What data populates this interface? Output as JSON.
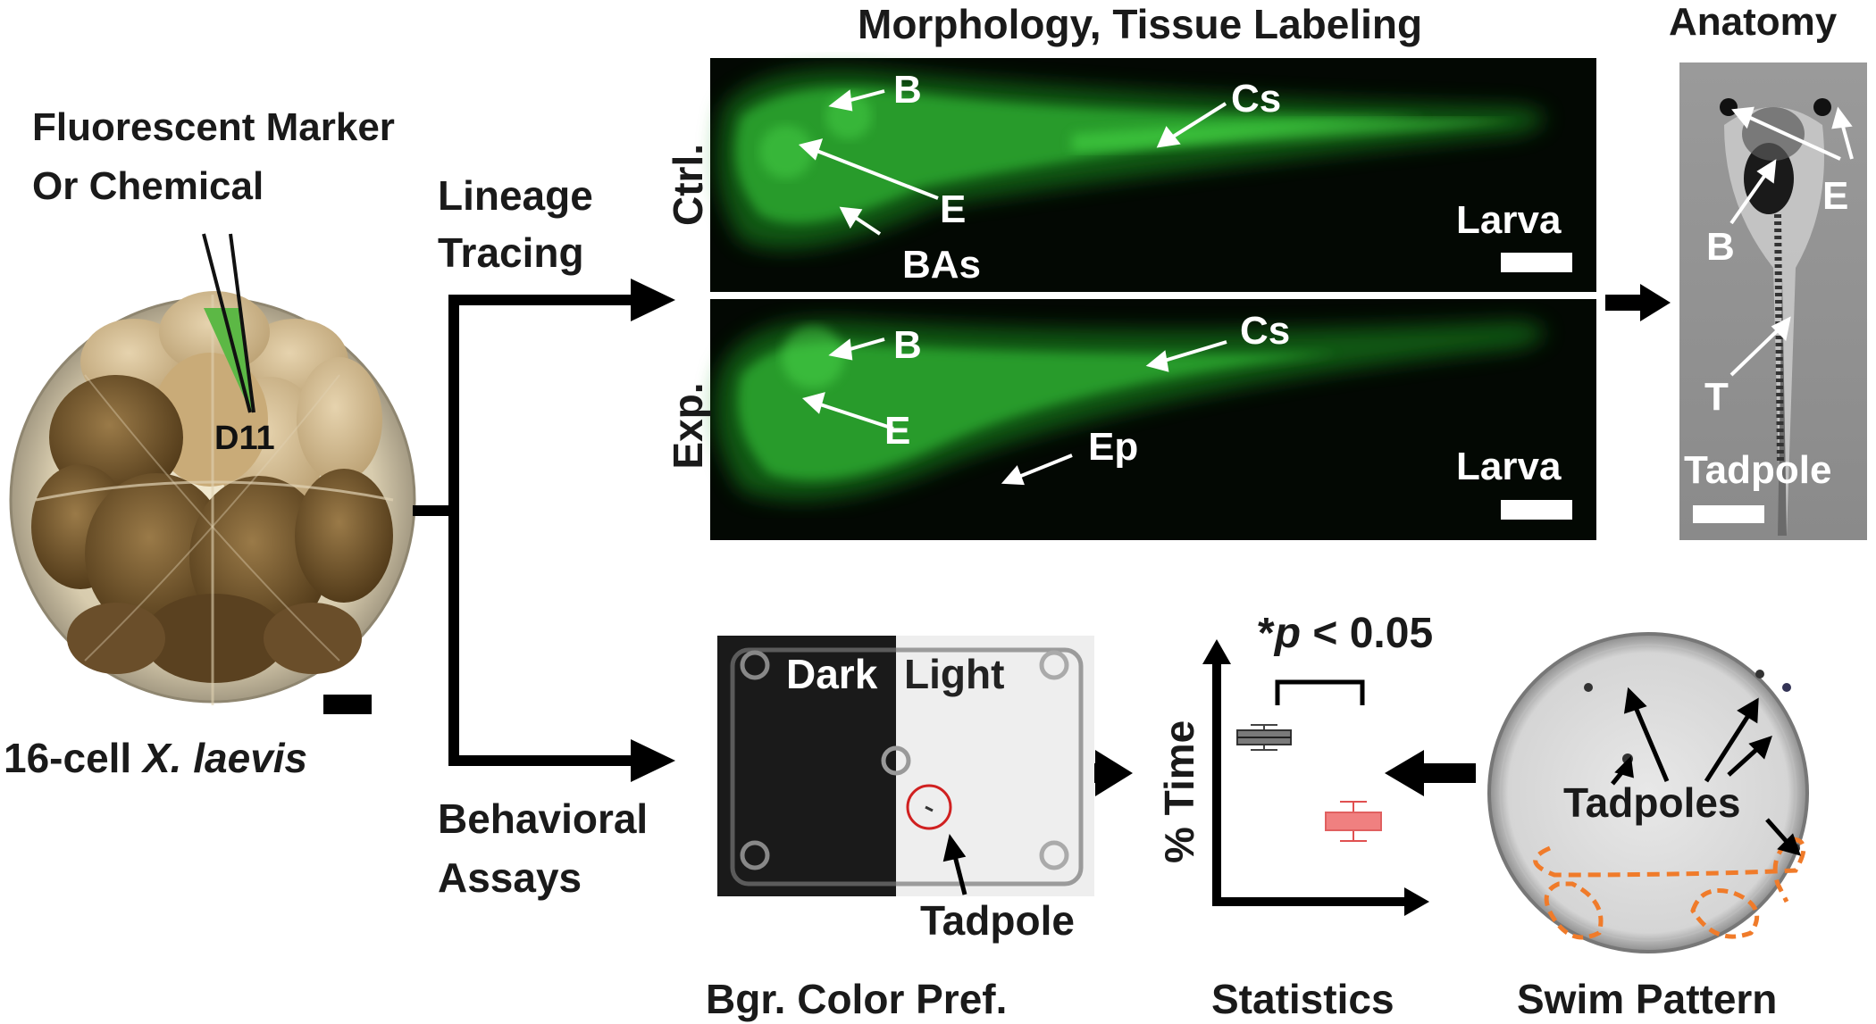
{
  "embryo": {
    "marker_label_line1": "Fluorescent Marker",
    "marker_label_line2": "Or Chemical",
    "cell_label": "D11",
    "caption_prefix": "16-cell ",
    "caption_species": "X. laevis"
  },
  "branches": {
    "top_label_line1": "Lineage",
    "top_label_line2": "Tracing",
    "bottom_label_line1": "Behavioral",
    "bottom_label_line2": "Assays"
  },
  "morphology": {
    "title": "Morphology, Tissue Labeling",
    "ctrl": {
      "row_label": "Ctrl.",
      "stage": "Larva",
      "labels": {
        "b": "B",
        "e": "E",
        "bas": "BAs",
        "cs": "Cs"
      }
    },
    "exp": {
      "row_label": "Exp.",
      "stage": "Larva",
      "labels": {
        "b": "B",
        "e": "E",
        "ep": "Ep",
        "cs": "Cs"
      }
    }
  },
  "anatomy": {
    "title": "Anatomy",
    "stage": "Tadpole",
    "labels": {
      "e": "E",
      "b": "B",
      "t": "T"
    }
  },
  "behavior": {
    "dark": "Dark",
    "light": "Light",
    "tadpole": "Tadpole",
    "caption": "Bgr. Color Pref."
  },
  "statistics": {
    "significance_prefix": "*",
    "significance_p": "p",
    "significance_suffix": " < 0.05",
    "ylabel": "% Time",
    "caption": "Statistics"
  },
  "swim": {
    "tadpoles": "Tadpoles",
    "caption": "Swim Pattern"
  },
  "colors": {
    "fluorescence": "#39d23a",
    "pipette_fill": "#5cb845",
    "box_gray": "#7a7a7a",
    "box_red": "#f08080",
    "trace_orange": "#f07b2a"
  }
}
